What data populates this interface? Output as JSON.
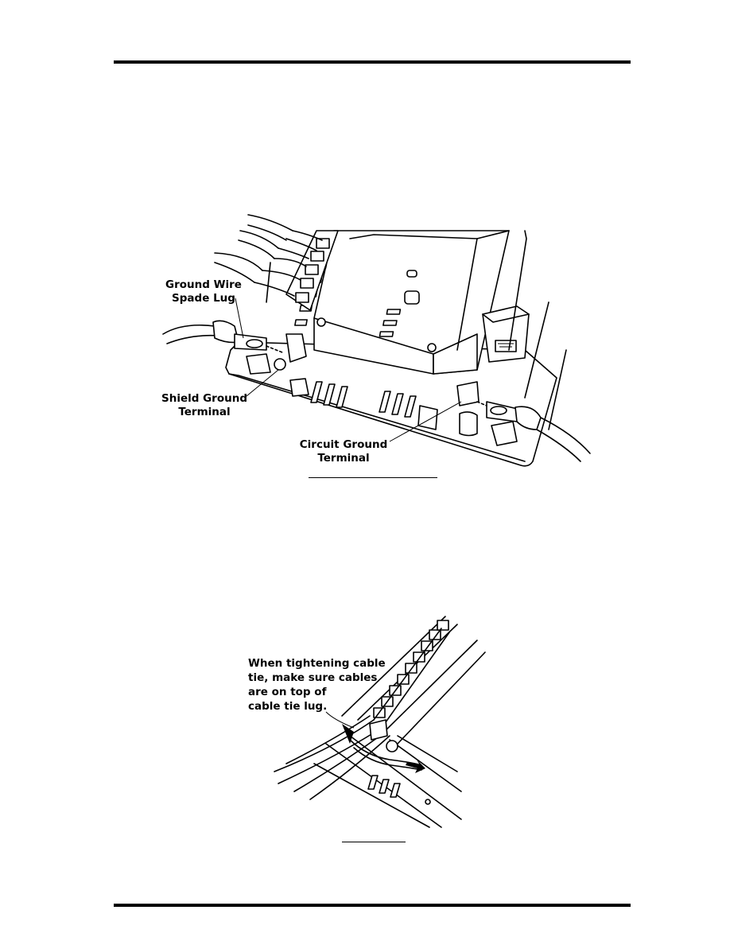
{
  "figure1": {
    "labels": {
      "ground_wire_line1": "Ground Wire",
      "ground_wire_line2": "Spade Lug",
      "shield_ground_line1": "Shield Ground",
      "shield_ground_line2": "Terminal",
      "circuit_ground_line1": "Circuit Ground",
      "circuit_ground_line2": "Terminal"
    }
  },
  "figure2": {
    "callout": [
      "When tightening cable",
      "tie, make sure cables",
      "are on top of",
      "cable tie lug."
    ]
  }
}
